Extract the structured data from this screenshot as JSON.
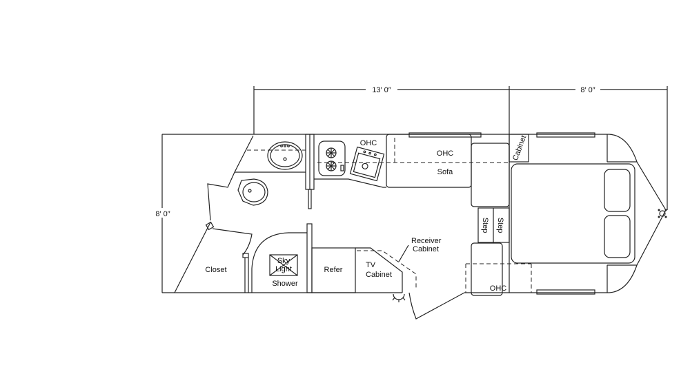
{
  "dimensions": {
    "length_main": "13′ 0″",
    "length_front": "8′ 0″",
    "width": "8′ 0″"
  },
  "labels": {
    "ohc_kitchen": "OHC",
    "ohc_sofa": "OHC",
    "sofa": "Sofa",
    "cabinet_front": "Cabinet",
    "step1": "Step",
    "step2": "Step",
    "ohc_dinette": "OHC",
    "closet": "Closet",
    "sky": "Sky",
    "light": "Light",
    "shower": "Shower",
    "refer": "Refer",
    "tv": "TV",
    "tv_cabinet": "Cabinet",
    "receiver": "Receiver",
    "receiver_cabinet": "Cabinet"
  }
}
